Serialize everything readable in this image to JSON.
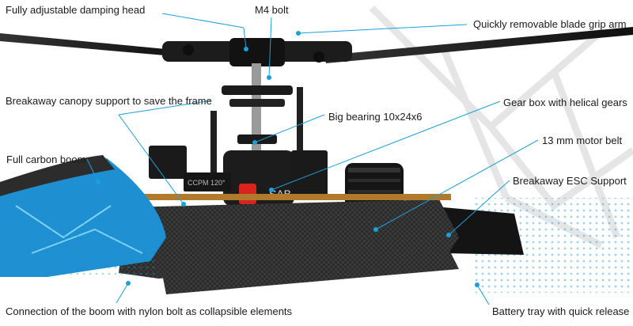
{
  "callouts": {
    "damping_head": "Fully adjustable damping head",
    "m4_bolt": "M4 bolt",
    "blade_grip": "Quickly removable blade grip arm",
    "canopy_support": "Breakaway canopy support to save the frame",
    "big_bearing": "Big bearing 10x24x6",
    "gear_box": "Gear box with helical gears",
    "motor_belt": "13 mm motor belt",
    "carbon_boom": "Full carbon boom",
    "esc_support": "Breakaway ESC Support",
    "boom_connection": "Connection of the boom with nylon bolt as collapsible elements",
    "battery_tray": "Battery tray with quick release"
  },
  "product": {
    "brand_mark": "SAB",
    "model_mark": "CCPM 120°"
  },
  "colors": {
    "accent": "#1aa0dc",
    "frame": "#2a2a2a",
    "canopy_blue": "#1e8fd0",
    "servo_red": "#d8231f"
  }
}
